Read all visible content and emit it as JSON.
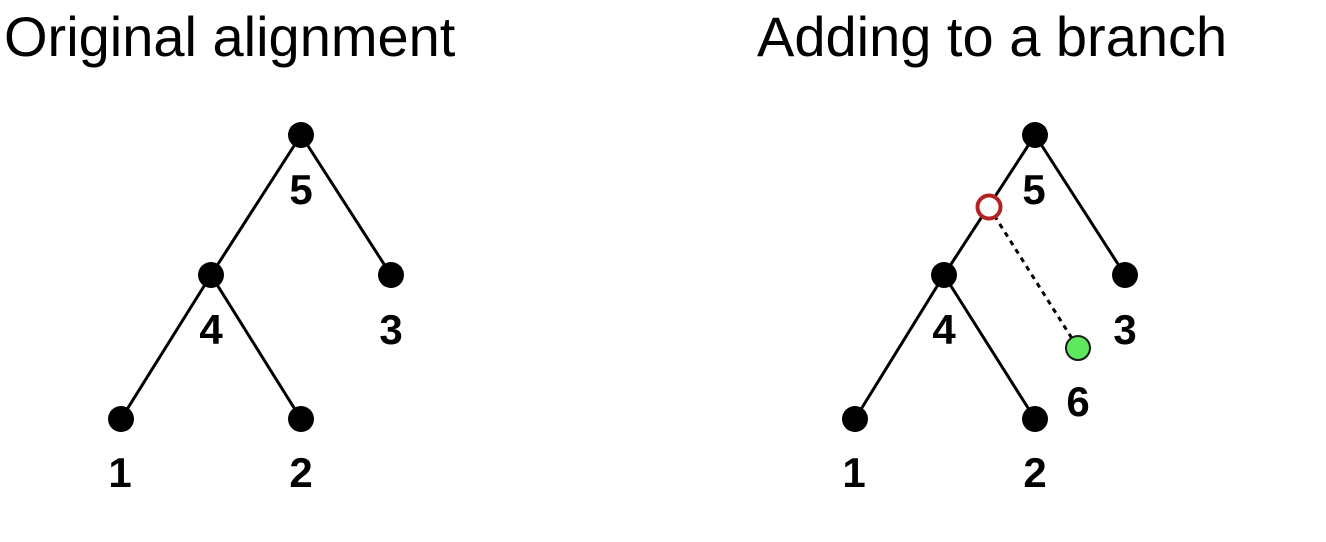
{
  "titles": {
    "left": "Original alignment",
    "right": "Adding to a branch"
  },
  "colors": {
    "line": "#000000",
    "node": "#000000",
    "insertion_point_stroke": "#b22222",
    "insertion_point_fill": "#ffffff",
    "new_node_fill": "#5ee85e",
    "new_node_stroke": "#1a1a1a"
  },
  "original_tree": {
    "nodes": [
      {
        "id": "1",
        "label": "1"
      },
      {
        "id": "2",
        "label": "2"
      },
      {
        "id": "3",
        "label": "3"
      },
      {
        "id": "4",
        "label": "4"
      },
      {
        "id": "5",
        "label": "5"
      }
    ],
    "edges": [
      [
        "5",
        "4"
      ],
      [
        "5",
        "3"
      ],
      [
        "4",
        "1"
      ],
      [
        "4",
        "2"
      ]
    ]
  },
  "modified_tree": {
    "nodes": [
      {
        "id": "1",
        "label": "1"
      },
      {
        "id": "2",
        "label": "2"
      },
      {
        "id": "3",
        "label": "3"
      },
      {
        "id": "4",
        "label": "4"
      },
      {
        "id": "5",
        "label": "5"
      },
      {
        "id": "6",
        "label": "6"
      }
    ],
    "edges": [
      [
        "5",
        "4"
      ],
      [
        "5",
        "3"
      ],
      [
        "4",
        "1"
      ],
      [
        "4",
        "2"
      ]
    ],
    "insertion": {
      "on_branch": [
        "5",
        "4"
      ],
      "new_node": "6",
      "connector": "dotted"
    }
  }
}
